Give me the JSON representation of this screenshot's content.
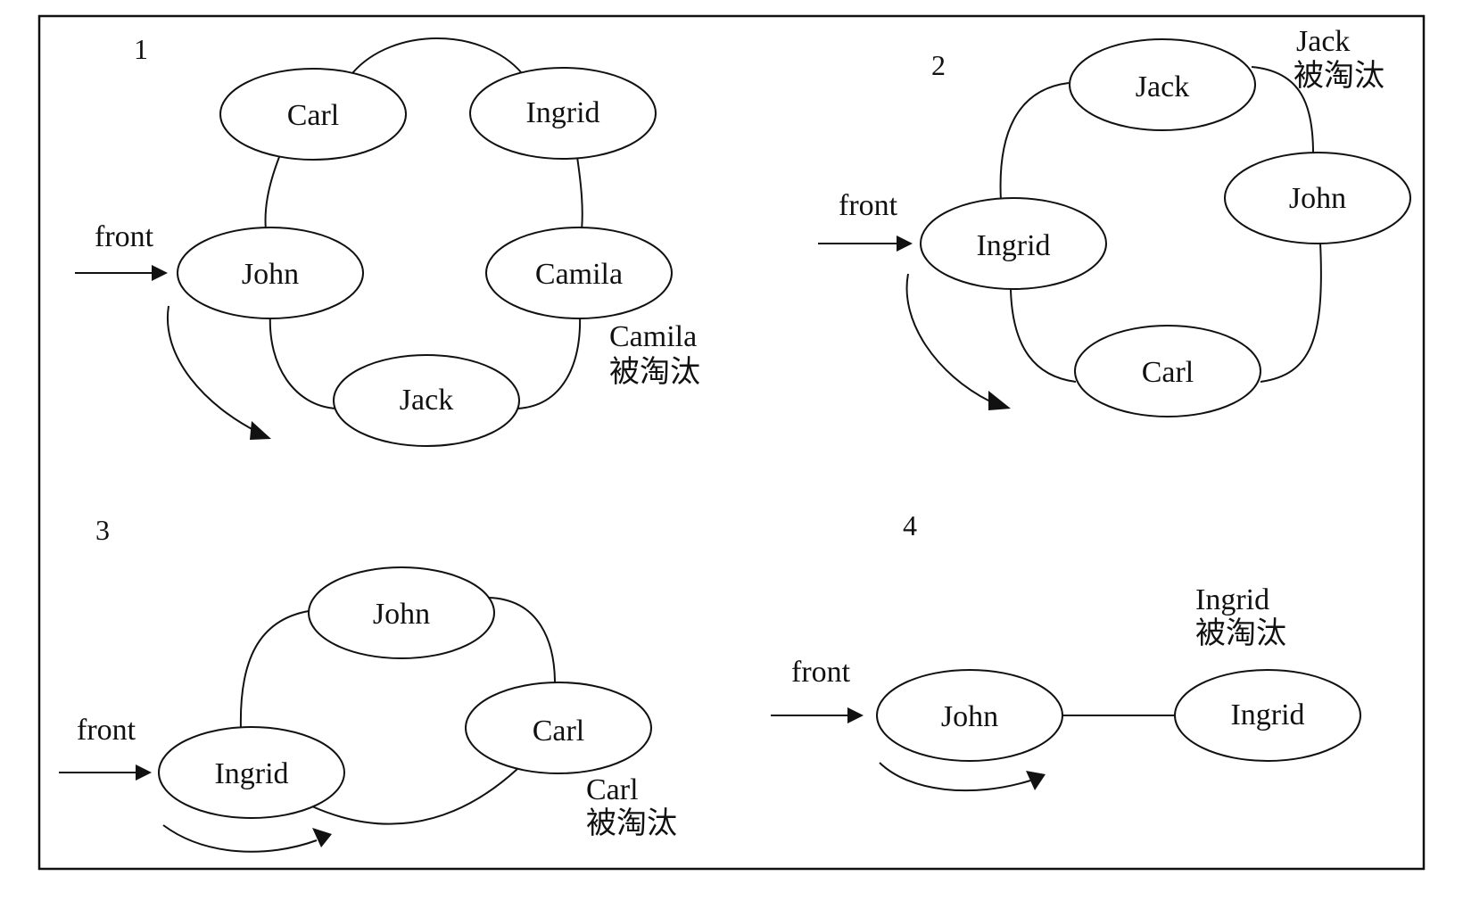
{
  "diagram": {
    "front_label": "front",
    "panels": [
      {
        "number": "1",
        "nodes": [
          "Carl",
          "Ingrid",
          "John",
          "Camila",
          "Jack"
        ],
        "eliminated_name": "Camila",
        "eliminated_text": "被淘汰"
      },
      {
        "number": "2",
        "nodes": [
          "Jack",
          "John",
          "Ingrid",
          "Carl"
        ],
        "eliminated_name": "Jack",
        "eliminated_text": "被淘汰"
      },
      {
        "number": "3",
        "nodes": [
          "John",
          "Carl",
          "Ingrid"
        ],
        "eliminated_name": "Carl",
        "eliminated_text": "被淘汰"
      },
      {
        "number": "4",
        "nodes": [
          "John",
          "Ingrid"
        ],
        "eliminated_name": "Ingrid",
        "eliminated_text": "被淘汰"
      }
    ]
  }
}
